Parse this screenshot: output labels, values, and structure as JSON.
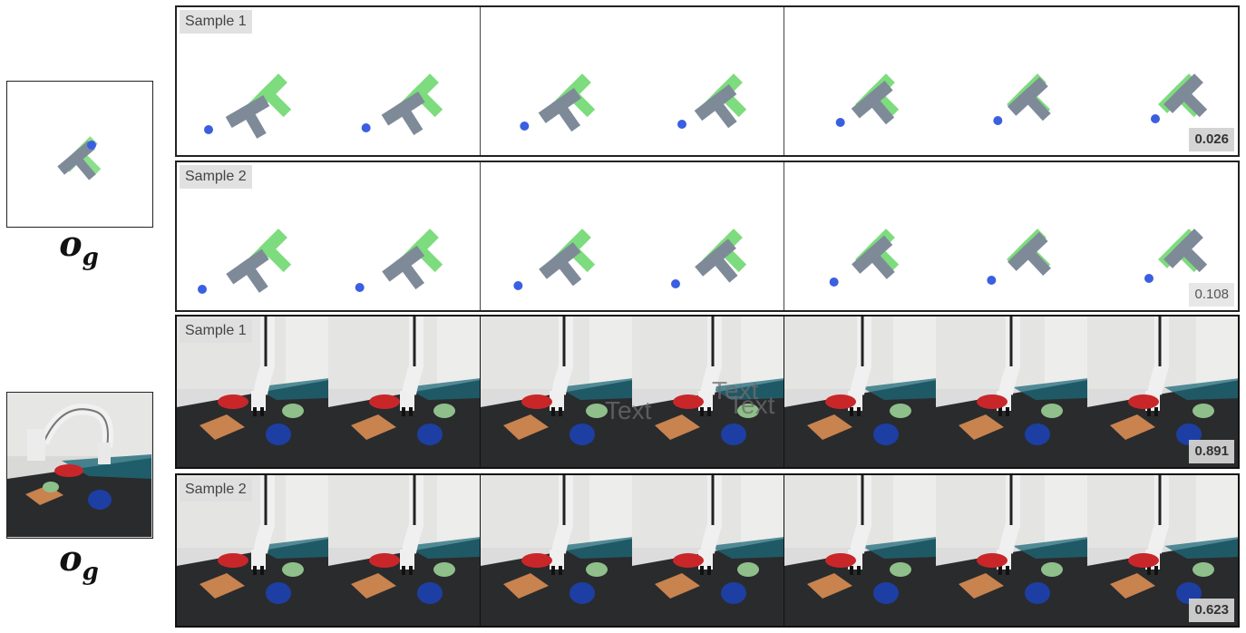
{
  "goal_label": {
    "main": "o",
    "sub": "g"
  },
  "rows": [
    {
      "label": "Sample 1",
      "score": "0.026",
      "score_style": "bold"
    },
    {
      "label": "Sample 2",
      "score": "0.108",
      "score_style": "plain"
    },
    {
      "label": "Sample 1",
      "score": "0.891",
      "score_style": "bold"
    },
    {
      "label": "Sample 2",
      "score": "0.623",
      "score_style": "bold"
    }
  ],
  "overlay_texts": [
    "Text",
    "Text",
    "Text"
  ],
  "colors": {
    "t_block": "#7f8a99",
    "t_goal": "#7ddc7d",
    "agent": "#3a5fe0",
    "table": "#2a2b2d",
    "plate": "#c9262a",
    "bowl_green": "#8fbf8a",
    "bowl_blue": "#1d3fa3",
    "towel": "#c8834f"
  }
}
